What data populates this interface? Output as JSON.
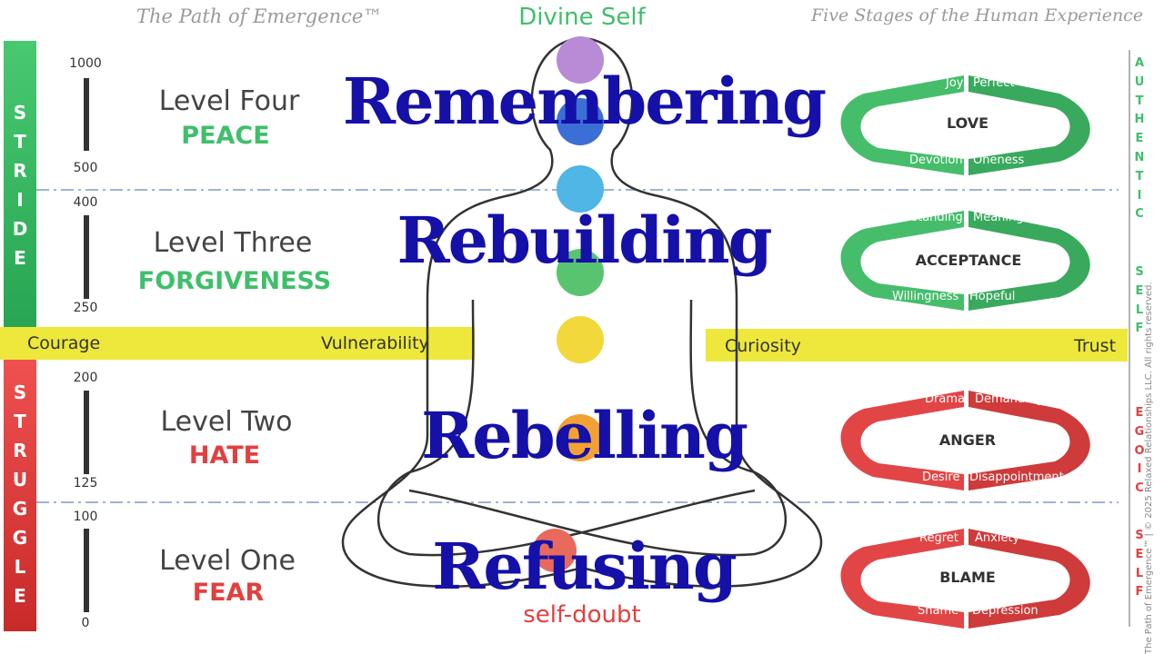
{
  "header": {
    "left_title": "The Path of Emergence™",
    "right_title": "Five Stages of the Human Experience",
    "top_center": "Divine Self",
    "bottom_center": "self-doubt"
  },
  "sidebar": {
    "top_letters": [
      "S",
      "T",
      "R",
      "I",
      "D",
      "E"
    ],
    "bottom_letters": [
      "S",
      "T",
      "R",
      "U",
      "G",
      "G",
      "L",
      "E"
    ],
    "top_color": "#3cb963",
    "bottom_color": "#e03b3b"
  },
  "levels": [
    {
      "title": "Level Four",
      "subtitle": "PEACE",
      "scale_top": "1000",
      "scale_bottom": "500",
      "stage_word": "Remembering"
    },
    {
      "title": "Level Three",
      "subtitle": "FORGIVENESS",
      "scale_top": "400",
      "scale_bottom": "250",
      "stage_word": "Rebuilding"
    },
    {
      "title": "Level Two",
      "subtitle": "HATE",
      "scale_top": "200",
      "scale_bottom": "125",
      "stage_word": "Rebelling"
    },
    {
      "title": "Level One",
      "subtitle": "FEAR",
      "scale_top": "100",
      "scale_bottom": "0",
      "stage_word": "Refusing"
    }
  ],
  "band": {
    "left_a": "Courage",
    "left_b": "Vulnerability",
    "right_a": "Curiosity",
    "right_b": "Trust"
  },
  "cycles": [
    {
      "center": "LOVE",
      "tl": "Joy",
      "tr": "Perfect",
      "bl": "Devotion",
      "br": "Oneness",
      "color": "#3cb963"
    },
    {
      "center": "ACCEPTANCE",
      "tl": "Understanding",
      "tr": "Meaningful",
      "bl": "Willingness",
      "br": "Hopeful",
      "color": "#3cb963"
    },
    {
      "center": "ANGER",
      "tl": "Drama",
      "tr": "Demanding",
      "bl": "Desire",
      "br": "Disappointment",
      "color": "#e03b3b"
    },
    {
      "center": "BLAME",
      "tl": "Regret",
      "tr": "Anxiety",
      "bl": "Shame",
      "br": "Depression",
      "color": "#e03b3b"
    }
  ],
  "right_labels": {
    "authentic": [
      "A",
      "U",
      "T",
      "H",
      "E",
      "N",
      "T",
      "I",
      "C"
    ],
    "self_top": [
      "S",
      "E",
      "L",
      "F"
    ],
    "egoic": [
      "E",
      "G",
      "O",
      "I",
      "C"
    ],
    "self_bottom": [
      "S",
      "E",
      "L",
      "F"
    ]
  },
  "copyright": "The Path of Emergence™ | © 2025 Relaxed Relationships LLC. All rights reserved."
}
